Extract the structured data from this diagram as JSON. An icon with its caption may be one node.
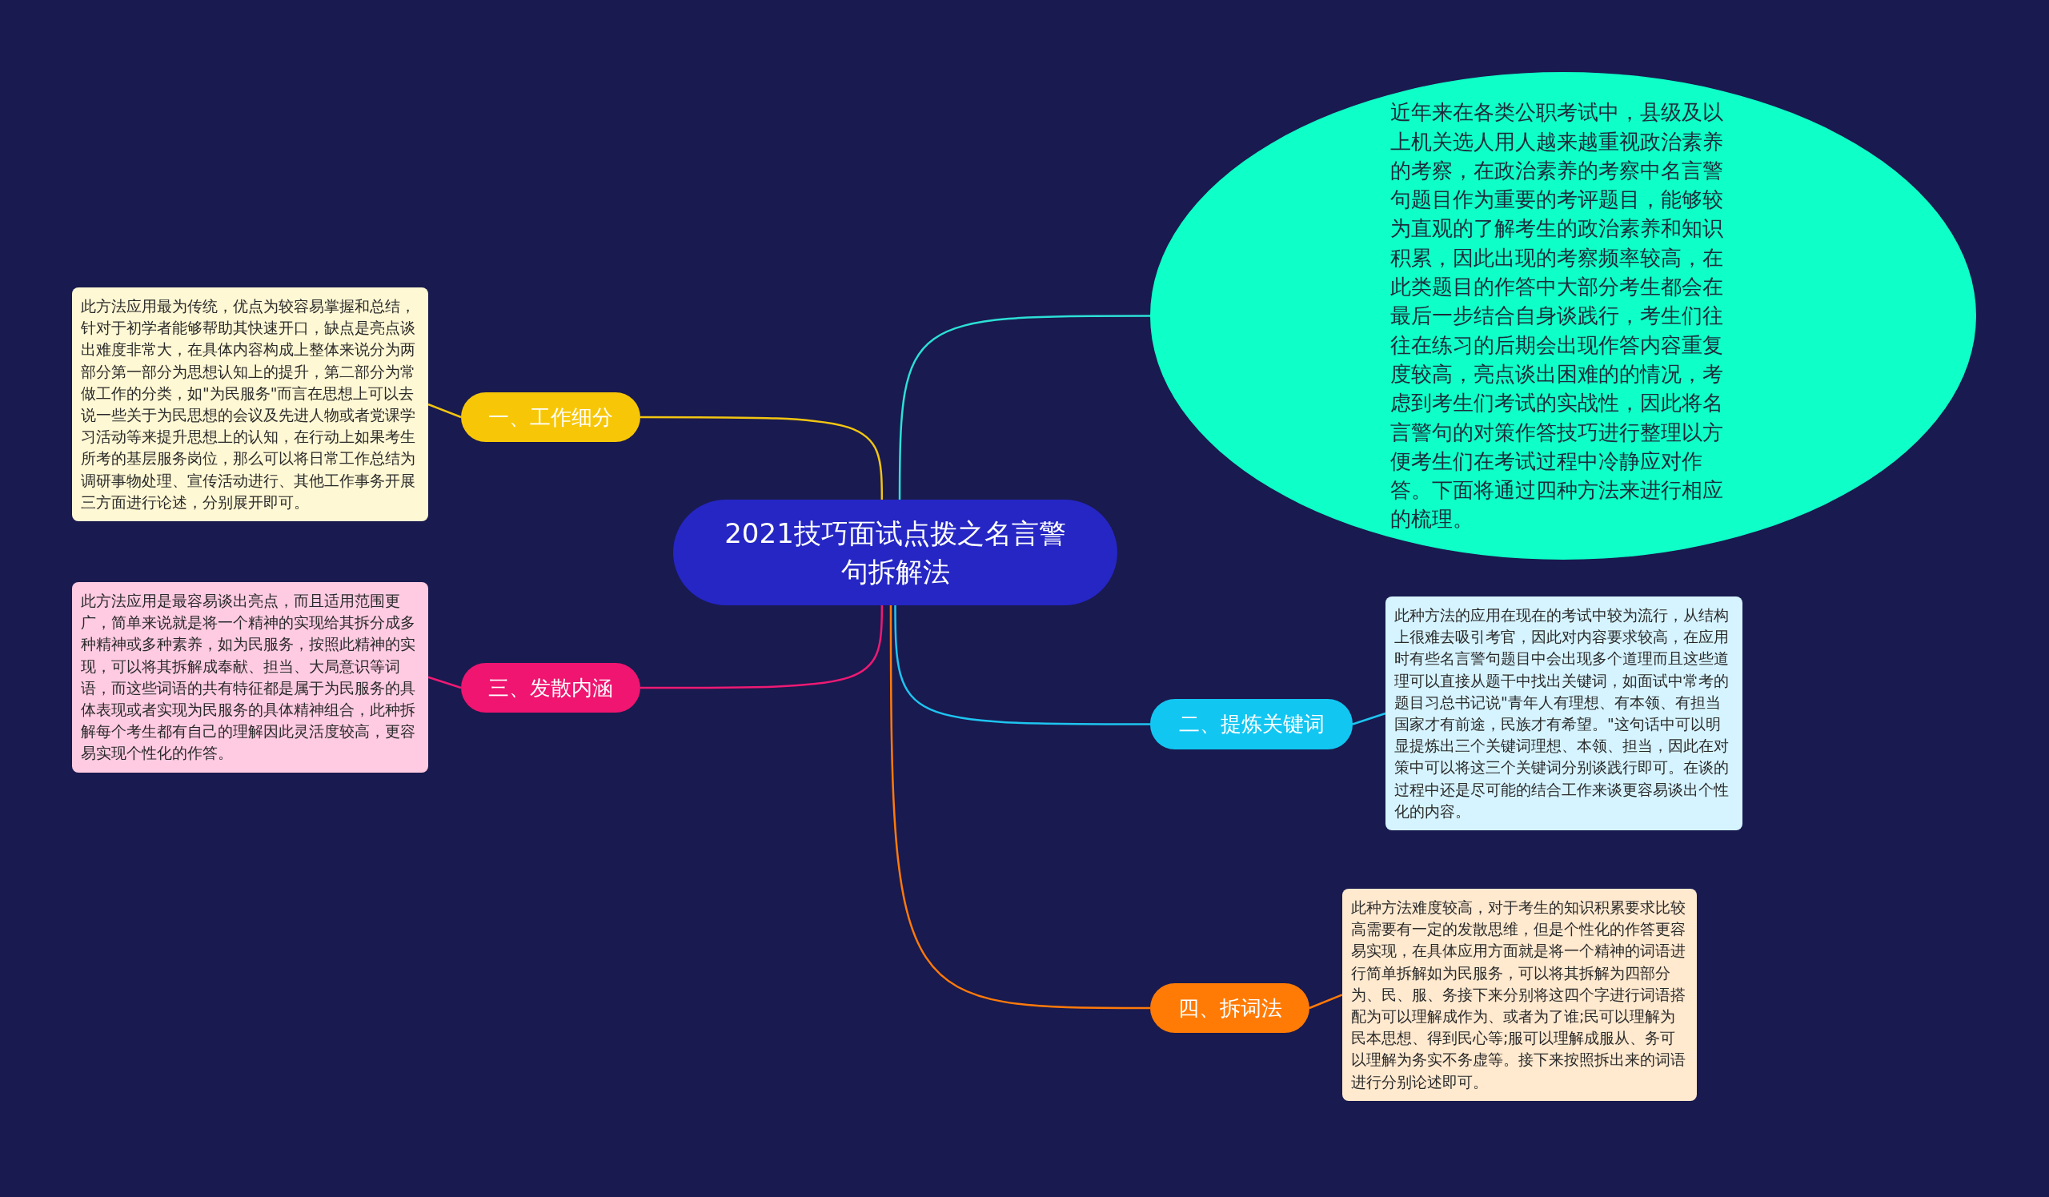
{
  "diagram": {
    "nodes": [
      {
        "text": [
          "2021技巧面试点拨之名言警句拆解法"
        ]
      },
      {
        "text": [
          "近年来在各类公职考试中，县级及以上机关选人用人越来越重视政治素养的考察，在政治素养的考察中名言警句题目作为重要的考评题目，能够较为直观的了解考生的政治素养和知识积累，因此出现的考察频率较高，在此类题目的作答中大部分考生都会在最后一步结合自身谈践行，考生们往往在练习的后期会出现作答内容重复度较高，亮点谈出困难的的情况，考虑到考生们考试的实战性，因此将名言警句的对策作答技巧进行整理以方便考生们在考试过程中冷静应对作答。下面将通过四种方法来进行相应的梳理。"
        ]
      },
      {
        "text": [
          "一、工作细分"
        ]
      },
      {
        "text": [
          "此方法应用最为传统，优点为较容易掌握和总结，针对于初学者能够帮助其快速开口，缺点是亮点谈出难度非常大，在具体内容构成上整体来说分为两部分第一部分为思想认知上的提升，第二部分为常做工作的分类，如\"为民服务\"而言在思想上可以去说一些关于为民思想的会议及先进人物或者党课学习活动等来提升思想上的认知，在行动上如果考生所考的基层服务岗位，那么可以将日常工作总结为调研事物处理、宣传活动进行、其他工作事务开展三方面进行论述，分别展开即可。"
        ]
      },
      {
        "text": [
          "二、提炼关键词"
        ]
      },
      {
        "text": [
          "此种方法的应用在现在的考试中较为流行，从结构上很难去吸引考官，因此对内容要求较高，在应用时有些名言警句题目中会出现多个道理而且这些道理可以直接从题干中找出关键词，如面试中常考的题目习总书记说\"青年人有理想、有本领、有担当国家才有前途，民族才有希望。\"这句话中可以明显提炼出三个关键词理想、本领、担当，因此在对策中可以将这三个关键词分别谈践行即可。在谈的过程中还是尽可能的结合工作来谈更容易谈出个性化的内容。"
        ]
      },
      {
        "text": [
          "三、发散内涵"
        ]
      },
      {
        "text": [
          "此方法应用是最容易谈出亮点，而且适用范围更广，简单来说就是将一个精神的实现给其拆分成多种精神或多种素养，如为民服务，按照此精神的实现，可以将其拆解成奉献、担当、大局意识等词语，而这些词语的共有特征都是属于为民服务的具体表现或者实现为民服务的具体精神组合，此种拆解每个考生都有自己的理解因此灵活度较高，更容易实现个性化的作答。"
        ]
      },
      {
        "text": [
          "四、拆词法"
        ]
      },
      {
        "text": [
          "此种方法难度较高，对于考生的知识积累要求比较高需要有一定的发散思维，但是个性化的作答更容易实现，在具体应用方面就是将一个精神的词语进行简单拆解如为民服务，可以将其拆解为四部分为、民、服、务接下来分别将这四个字进行词语搭配为可以理解成作为、或者为了谁;民可以理解为民本思想、得到民心等;服可以理解成服从、务可以理解为务实不务虚等。接下来按照拆出来的词语进行分别论述即可。"
        ]
      }
    ],
    "edges": [
      {
        "from": 0,
        "to": 1,
        "arrow": "none",
        "color": "#2ce0d6"
      },
      {
        "from": 0,
        "to": 2,
        "arrow": "none",
        "color": "#f2c511"
      },
      {
        "from": 2,
        "to": 3,
        "arrow": "none",
        "color": "#f2c511"
      },
      {
        "from": 0,
        "to": 4,
        "arrow": "none",
        "color": "#1ec4f0"
      },
      {
        "from": 4,
        "to": 5,
        "arrow": "none",
        "color": "#1ec4f0"
      },
      {
        "from": 0,
        "to": 6,
        "arrow": "none",
        "color": "#ee1a74"
      },
      {
        "from": 6,
        "to": 7,
        "arrow": "none",
        "color": "#ee1a74"
      },
      {
        "from": 0,
        "to": 8,
        "arrow": "none",
        "color": "#ff7a0a"
      },
      {
        "from": 8,
        "to": 9,
        "arrow": "none",
        "color": "#ff7a0a"
      }
    ]
  }
}
